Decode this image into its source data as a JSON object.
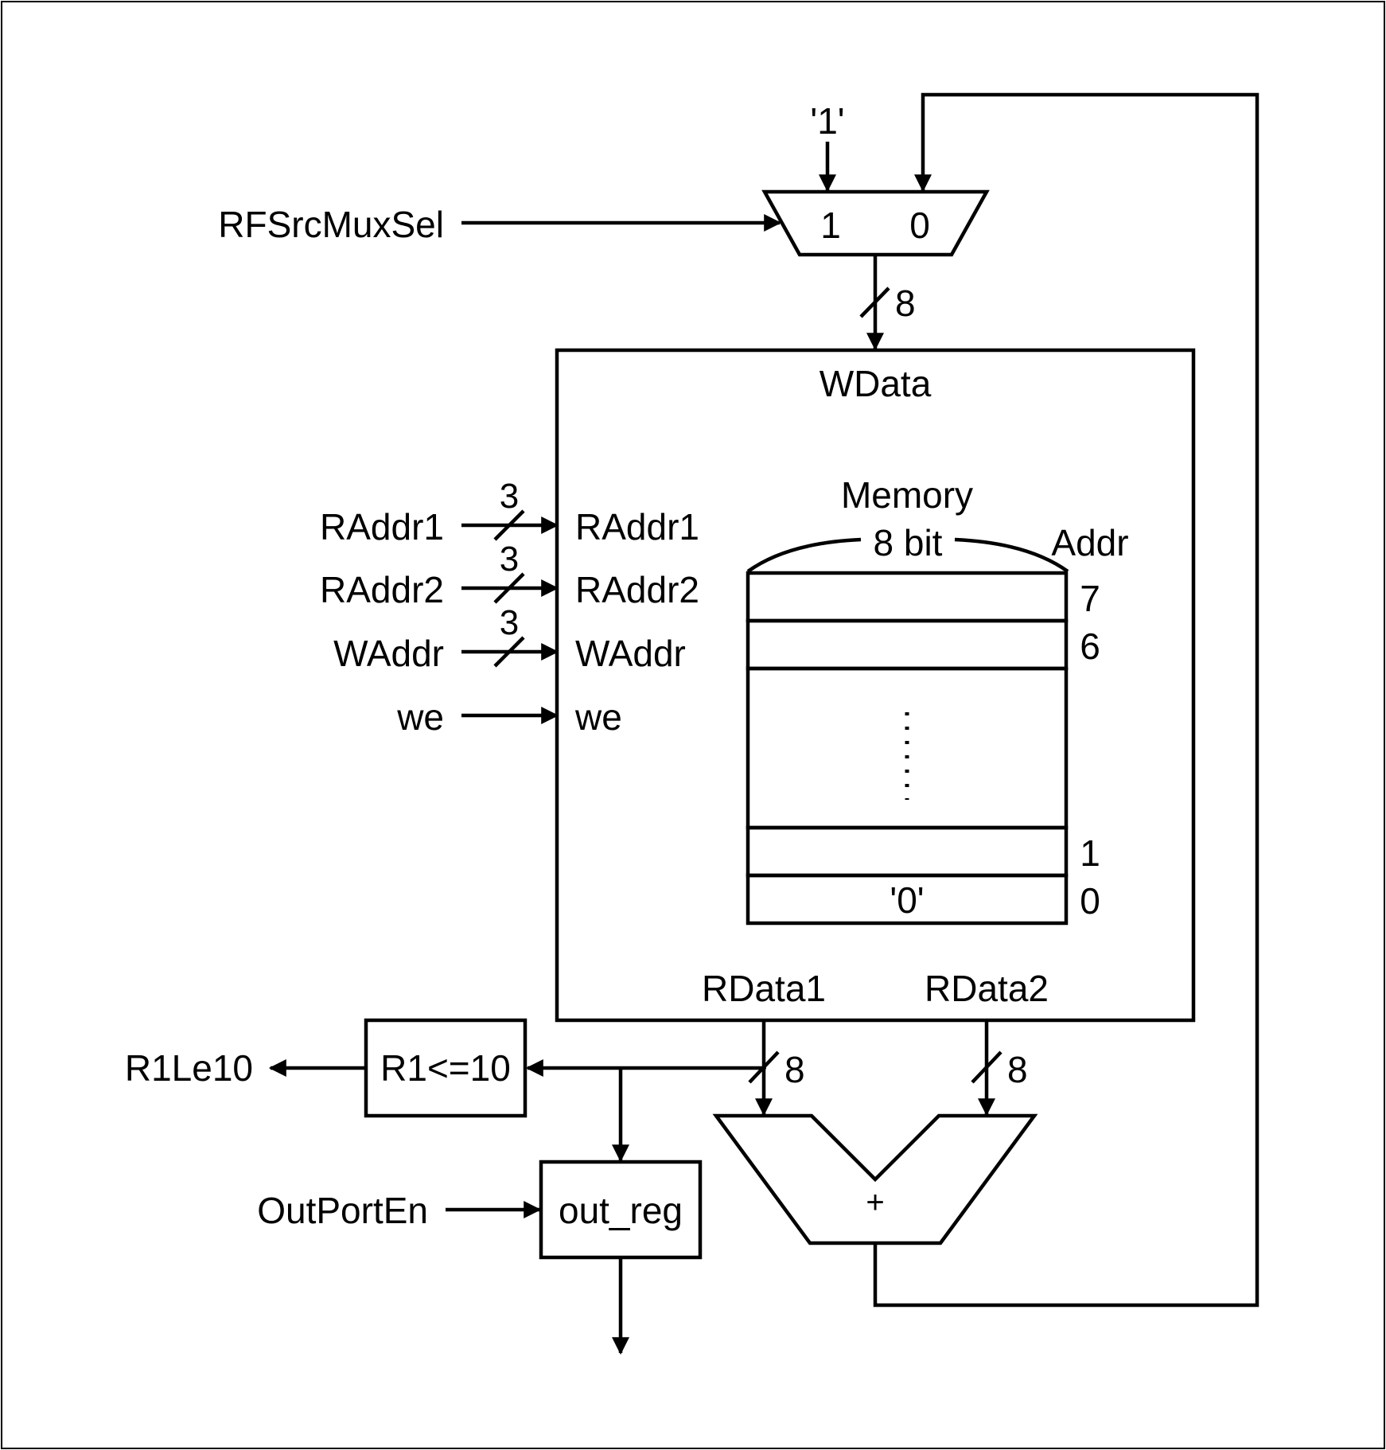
{
  "mux": {
    "const_input": "'1'",
    "select_signal": "RFSrcMuxSel",
    "input_1": "1",
    "input_0": "0",
    "output_width": "8"
  },
  "regfile": {
    "wdata_port": "WData",
    "raddr1_port": "RAddr1",
    "raddr2_port": "RAddr2",
    "waddr_port": "WAddr",
    "we_port": "we",
    "rdata1_port": "RData1",
    "rdata2_port": "RData2"
  },
  "inputs": {
    "raddr1": "RAddr1",
    "raddr2": "RAddr2",
    "waddr": "WAddr",
    "we": "we",
    "raddr1_width": "3",
    "raddr2_width": "3",
    "waddr_width": "3"
  },
  "memory": {
    "title": "Memory",
    "word_width": "8 bit",
    "addr_header": "Addr",
    "addr_7": "7",
    "addr_6": "6",
    "addr_1": "1",
    "addr_0": "0",
    "row0_value": "'0'"
  },
  "datapath": {
    "rdata1_width": "8",
    "rdata2_width": "8",
    "comparator": "R1<=10",
    "comparator_output": "R1Le10",
    "adder_op": "+",
    "out_reg": "out_reg",
    "out_enable": "OutPortEn"
  },
  "colors": {
    "line": "#000000",
    "background": "#ffffff"
  }
}
